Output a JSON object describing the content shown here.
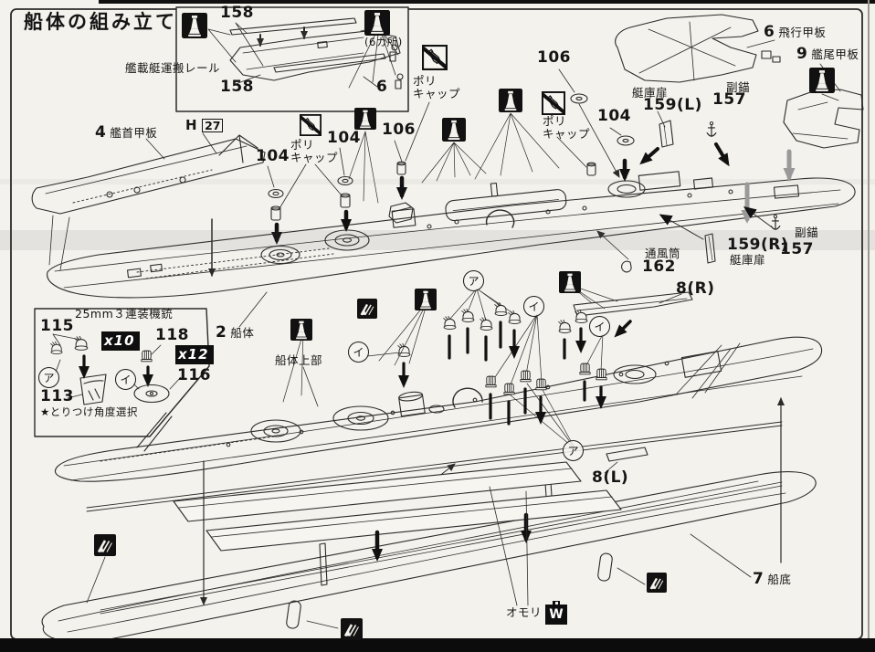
{
  "doc_type": "plastic-model-instruction-step",
  "title": "船体の組み立て",
  "inset_rail": {
    "part_158_top": "158",
    "part_158_bottom": "158",
    "part_6": "6",
    "rail_label": "艦載艇運搬レール",
    "places_note": "(6カ所)"
  },
  "texts": {
    "poly1": "ポリ",
    "poly2": "キャップ",
    "n104": "104",
    "n106": "106",
    "n157": "157",
    "n158": "158",
    "n162": "162",
    "n159L": "159(L)",
    "n159R": "159(R)",
    "n8R": "8(R)",
    "n8L": "8(L)",
    "hatch_door": "艇庫扉",
    "aux_anchor": "副錨",
    "vent": "通風筒",
    "weight": "オモリ",
    "hull_upper": "船体上部",
    "mg_title": "25mm３連装機銃",
    "n115": "115",
    "n118": "118",
    "n116": "116",
    "n113": "113",
    "x10": "x10",
    "x12": "x12",
    "angle_note": "★とりつけ角度選択",
    "marker_a": "ア",
    "marker_i": "イ",
    "runner_h": "H",
    "gate_27": "27"
  },
  "parts": {
    "bow_deck": {
      "no": "4",
      "name": "艦首甲板"
    },
    "hull": {
      "no": "2",
      "name": "船体"
    },
    "flight_deck": {
      "no": "6",
      "name": "飛行甲板"
    },
    "stern_deck": {
      "no": "9",
      "name": "艦尾甲板"
    },
    "hull_bottom": {
      "no": "7",
      "name": "船底"
    }
  },
  "icons": {
    "cement": "cement-bottle-icon (apply glue)",
    "no_cement": "no-cement-polycap-icon (do not glue)",
    "flag": "paint-flag-icon",
    "weight": "weight-w-icon",
    "weight_letter": "W"
  }
}
